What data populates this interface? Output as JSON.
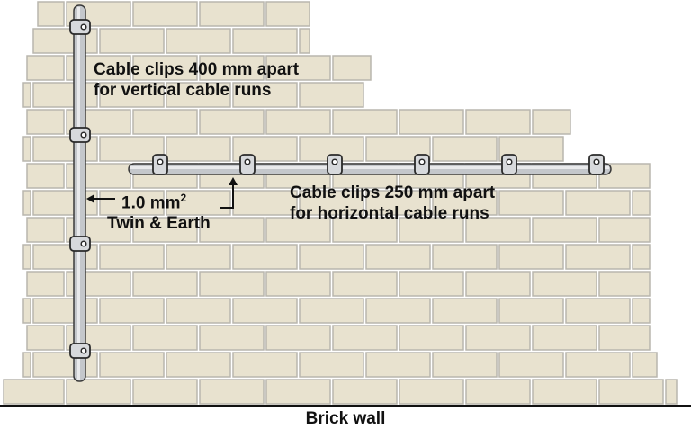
{
  "diagram": {
    "caption": "Brick wall",
    "vertical_note": {
      "line1": "Cable clips 400 mm apart",
      "line2": "for vertical cable runs"
    },
    "horizontal_note": {
      "line1": "Cable clips 250 mm apart",
      "line2": "for horizontal cable runs"
    },
    "cable_label": {
      "line1": "1.0 mm",
      "superscript": "2",
      "line2": "Twin & Earth"
    }
  },
  "colors": {
    "brick": "#e8e2cf",
    "mortar": "#b9b6ad",
    "cable": "#c4c7cb",
    "cable_outline": "#3a3a3a",
    "text": "#111111"
  },
  "icons": {
    "arrow": "arrow-left-icon",
    "pointer": "arrow-up-icon"
  }
}
